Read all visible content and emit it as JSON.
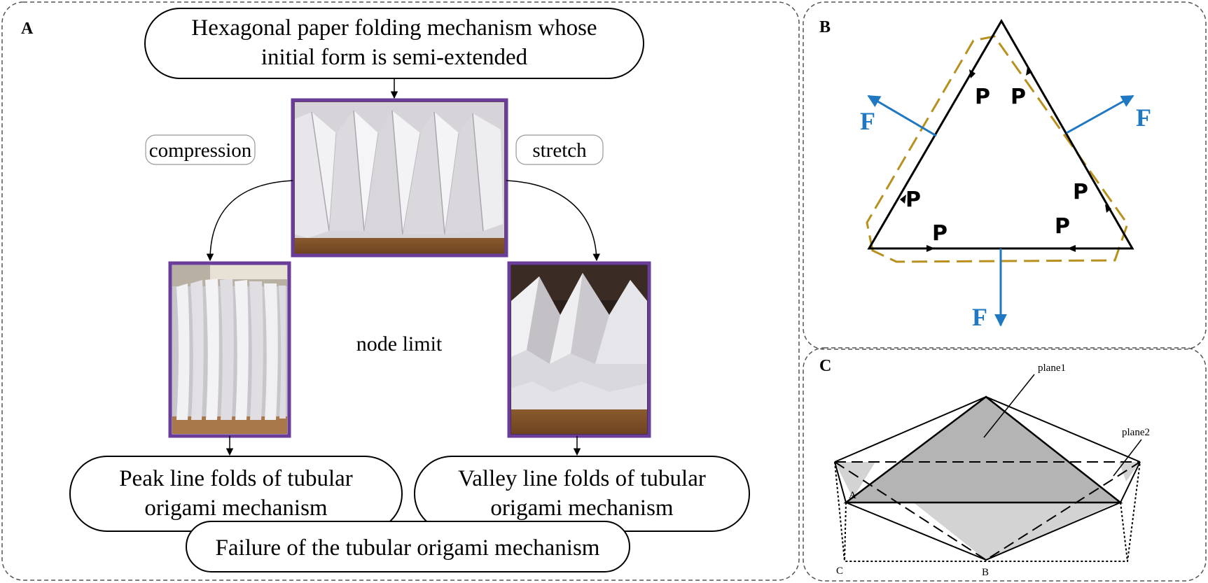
{
  "panels": {
    "a_label": "A",
    "b_label": "B",
    "c_label": "C"
  },
  "flow": {
    "top_box_line1": "Hexagonal paper folding mechanism whose",
    "top_box_line2": "initial form is semi-extended",
    "compression_label": "compression",
    "stretch_label": "stretch",
    "node_limit_label": "node limit",
    "peak_box_line1": "Peak line folds of tubular",
    "peak_box_line2": "origami mechanism",
    "valley_box_line1": "Valley line folds of tubular",
    "valley_box_line2": "origami mechanism",
    "failure_box": "Failure of the tubular origami mechanism"
  },
  "force_diagram": {
    "force_label": "F",
    "p_label": "P",
    "force_color": "#1f78c1",
    "outline_color": "#b8901e"
  },
  "plane_diagram": {
    "plane1_label": "plane1",
    "plane2_label": "plane2",
    "point_a": "A",
    "point_b": "B",
    "point_c": "C"
  },
  "colors": {
    "photo_border": "#6a3d9a"
  }
}
